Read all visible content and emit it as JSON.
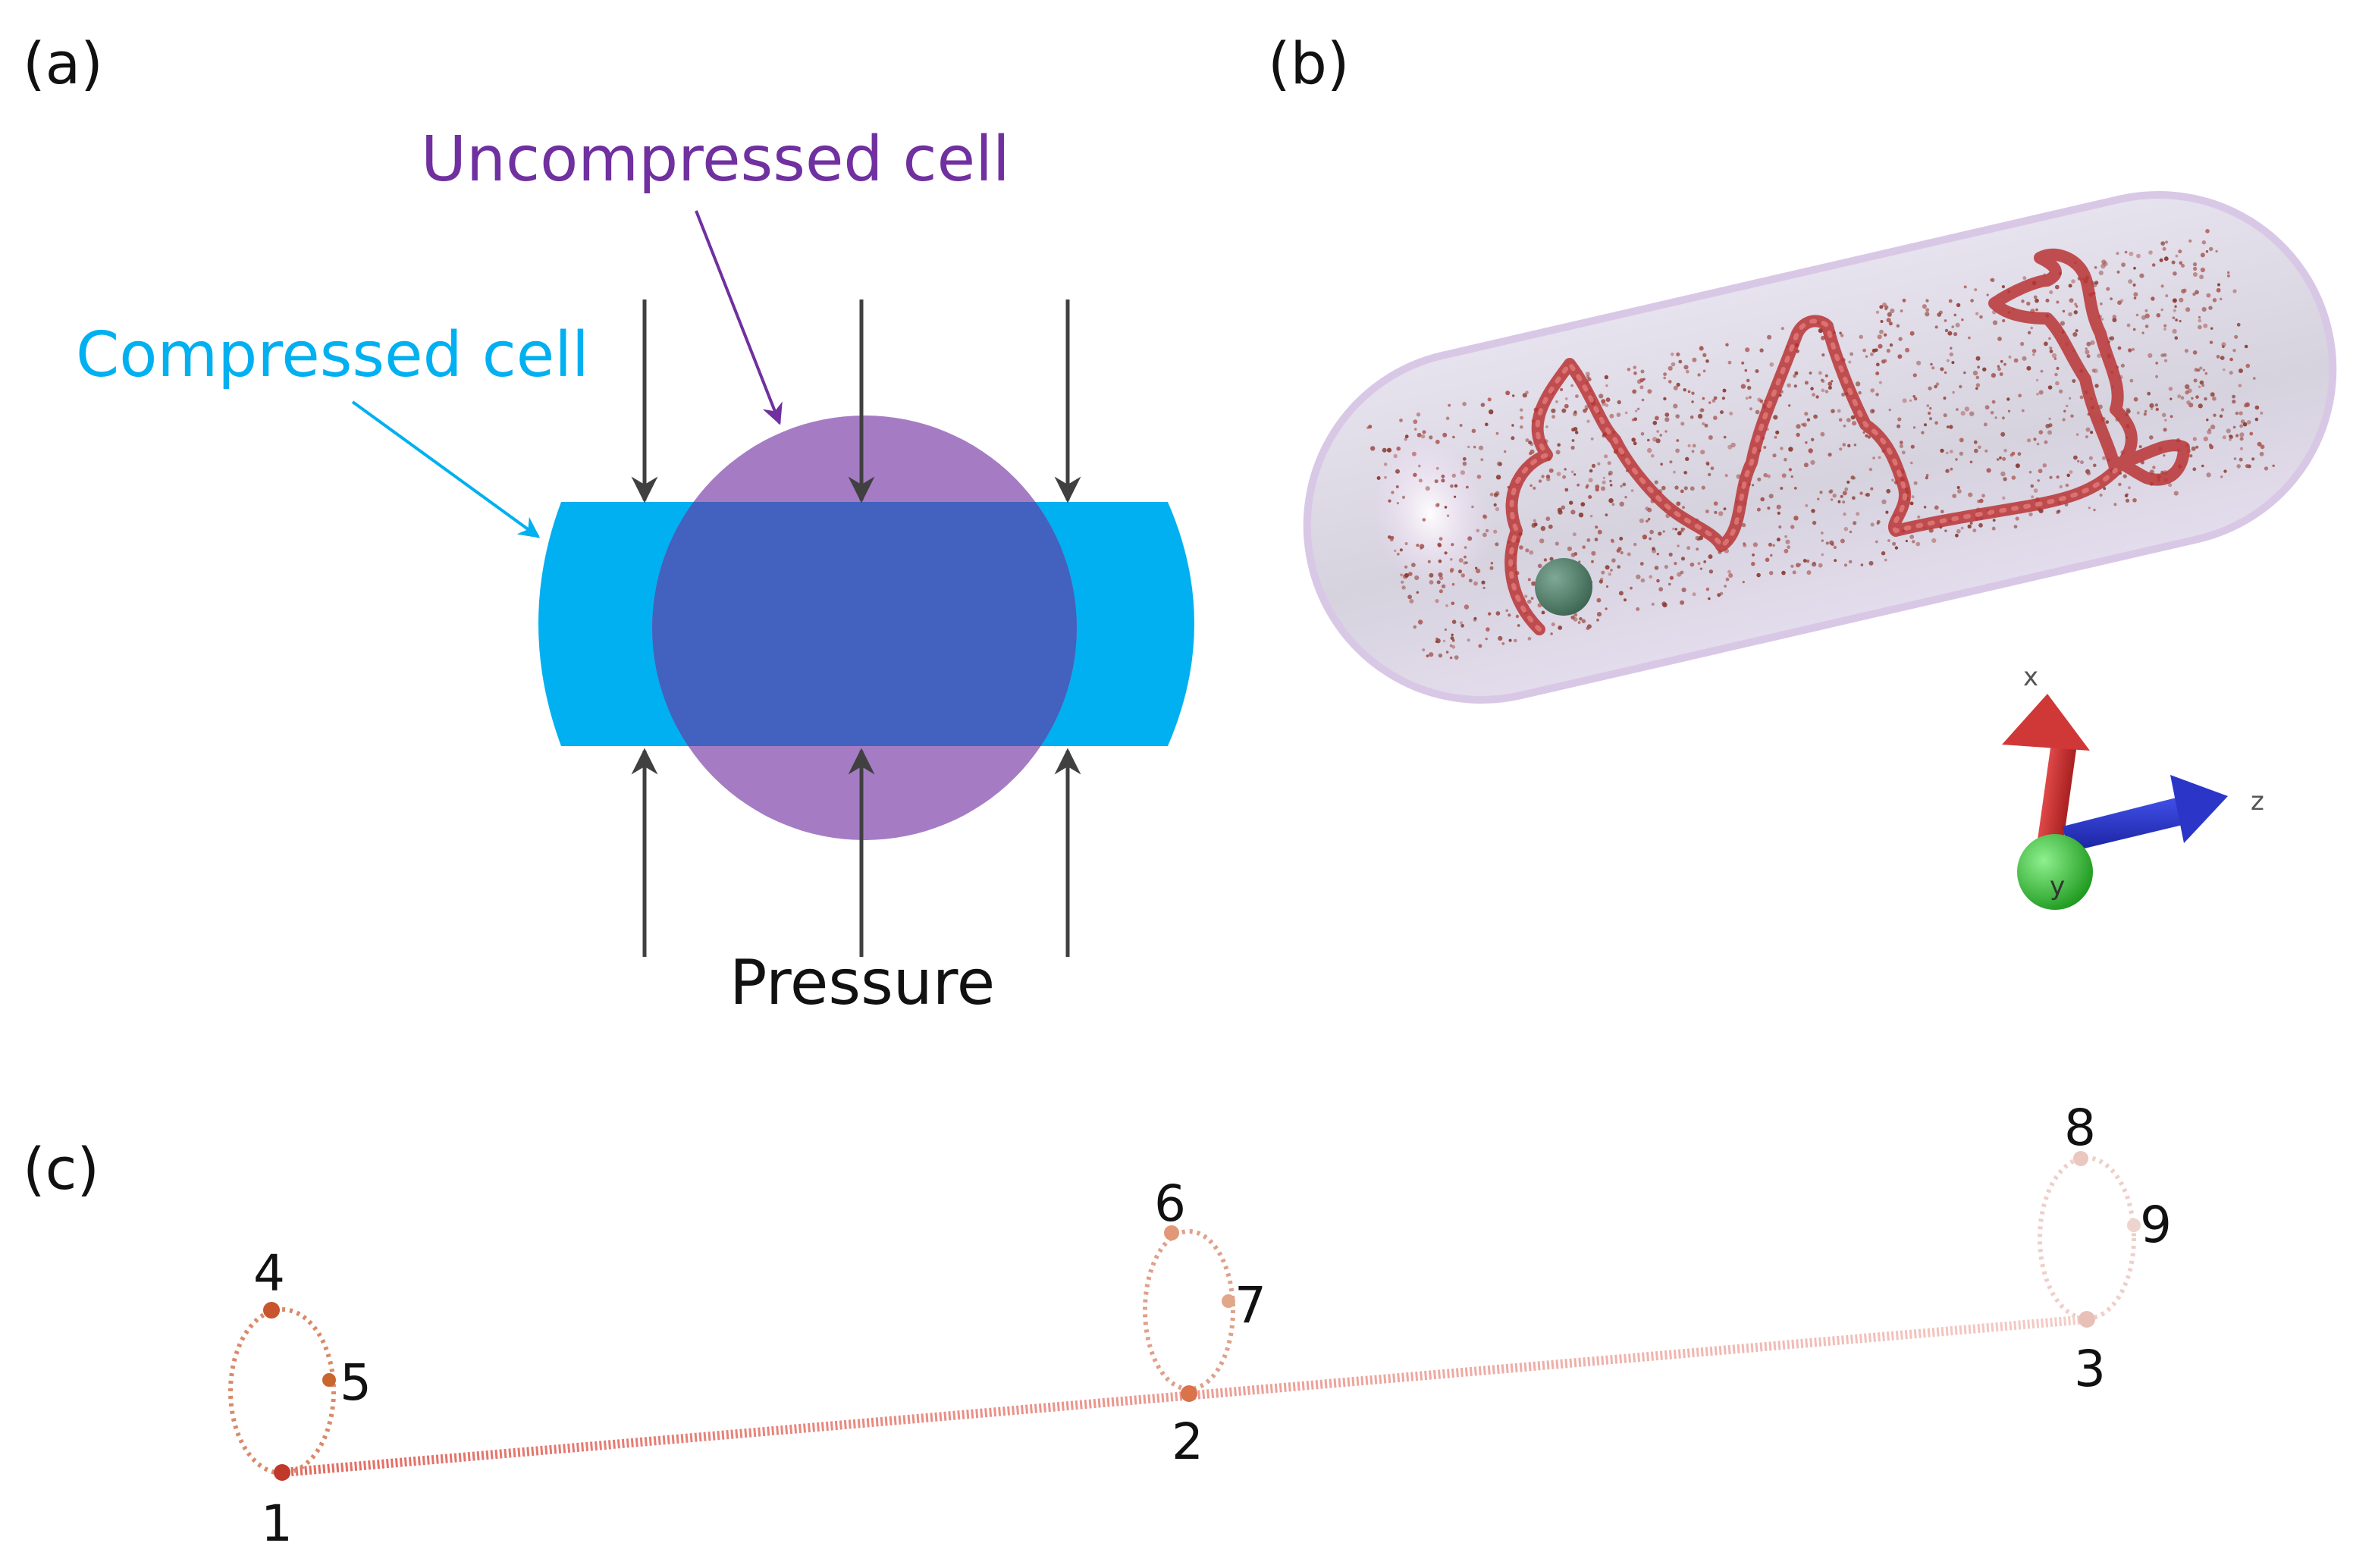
{
  "panel_a": {
    "tag": "(a)",
    "uncompressed_label": "Uncompressed cell",
    "compressed_label": "Compressed cell",
    "pressure_label": "Pressure",
    "colors": {
      "uncompressed": "#7030A0",
      "uncompressed_fill": "#A57CC4",
      "compressed": "#00B0F0",
      "overlap": "#4361BE",
      "arrow": "#404040"
    }
  },
  "panel_b": {
    "tag": "(b)",
    "axes": {
      "x": "x",
      "y": "y",
      "z": "z"
    },
    "colors": {
      "x_axis": "#D03030",
      "y_axis": "#30C030",
      "z_axis": "#2030D0",
      "chain": "#B03030",
      "capsule": "#D9D4E4",
      "nucleoid_ball": "#4F7F6A"
    }
  },
  "panel_c": {
    "tag": "(c)",
    "nodes": [
      "1",
      "2",
      "3",
      "4",
      "5",
      "6",
      "7",
      "8",
      "9"
    ],
    "colors": {
      "chain": "#E88070",
      "bead_dark": "#C0392B",
      "bead_mid": "#D9734A",
      "bead_light": "#E8C0B8"
    }
  }
}
